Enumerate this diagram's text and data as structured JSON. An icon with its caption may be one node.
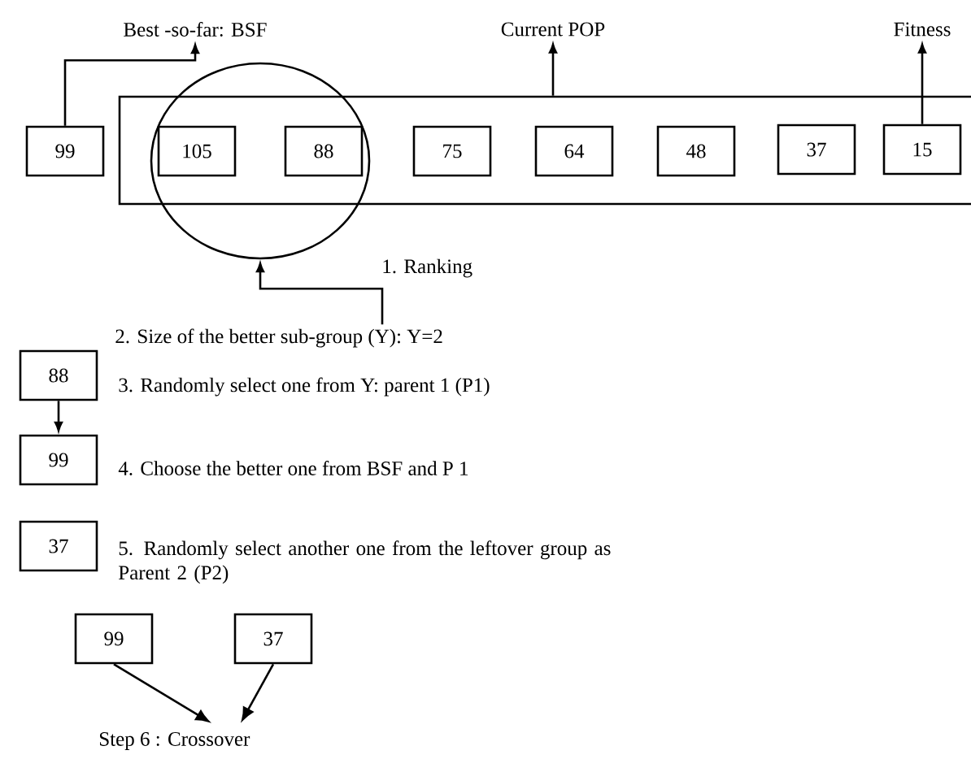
{
  "diagram": {
    "nodes": [
      {
        "text": [
          "Best -so-far: BSF"
        ]
      },
      {
        "text": [
          "Current POP"
        ]
      },
      {
        "text": [
          "Fitness"
        ]
      },
      {
        "text": [],
        "shape": "box"
      },
      {
        "text": [
          "99"
        ]
      },
      {
        "text": [],
        "shape": "circle"
      },
      {
        "text": [
          "105"
        ]
      },
      {
        "text": [
          "88"
        ]
      },
      {
        "text": [
          "75"
        ],
        "in": 3
      },
      {
        "text": [
          "64"
        ],
        "in": 3
      },
      {
        "text": [
          "48"
        ],
        "in": 3
      },
      {
        "text": [
          "37"
        ],
        "in": 3
      },
      {
        "text": [
          "15"
        ],
        "in": 3
      },
      {
        "text": [
          "2. Size of the better sub-group (Y): Y=2"
        ]
      },
      {
        "text": [
          "88"
        ]
      },
      {
        "text": [
          "99"
        ]
      },
      {
        "text": [
          "37"
        ]
      },
      {
        "text": [
          "99"
        ]
      },
      {
        "text": [
          "37"
        ]
      },
      {
        "text": [
          "Step 6 : Crossover"
        ]
      }
    ],
    "edges": [
      {
        "from": 4,
        "to": 0,
        "arrow": "to"
      },
      {
        "from": 3,
        "to": 1,
        "arrow": "to"
      },
      {
        "from": 12,
        "to": 2,
        "arrow": "to"
      },
      {
        "from": 13,
        "to": 5,
        "arrow": "to"
      },
      {
        "from": 14,
        "to": 15,
        "arrow": "to"
      },
      {
        "from": 17,
        "to": 19,
        "arrow": "to"
      },
      {
        "from": 18,
        "to": 19,
        "arrow": "to"
      }
    ],
    "labels": [
      "1. Ranking",
      "3. Randomly select one from Y: parent 1 (P1)",
      "4. Choose the better one from BSF and P 1",
      "5. Randomly select another one from the leftover group as Parent 2 (P2)"
    ]
  }
}
